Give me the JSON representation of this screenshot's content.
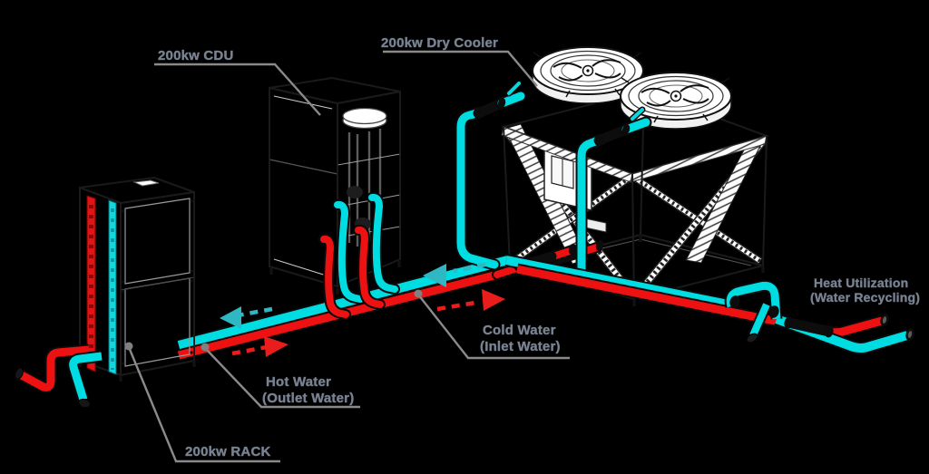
{
  "diagram": {
    "background": "#000000",
    "colors": {
      "cold_water": "#00dde2",
      "hot_water": "#ee1111",
      "hose_black": "#0d0d0d",
      "label_text": "#7a8392",
      "leader_line": "#8a8a8a"
    },
    "labels": {
      "cdu": "200kw CDU",
      "dry_cooler": "200kw Dry Cooler",
      "rack": "200kw RACK",
      "heat_utilization": {
        "line1": "Heat Utilization",
        "line2": "(Water Recycling)"
      },
      "cold_water": {
        "line1": "Cold Water",
        "line2": "(Inlet Water)"
      },
      "hot_water": {
        "line1": "Hot Water",
        "line2": "(Outlet Water)"
      }
    },
    "flow_arrows": {
      "cold": {
        "direction": "left",
        "color": "#2fb7c4"
      },
      "hot": {
        "direction": "right",
        "color": "#ea1d1d"
      }
    }
  }
}
